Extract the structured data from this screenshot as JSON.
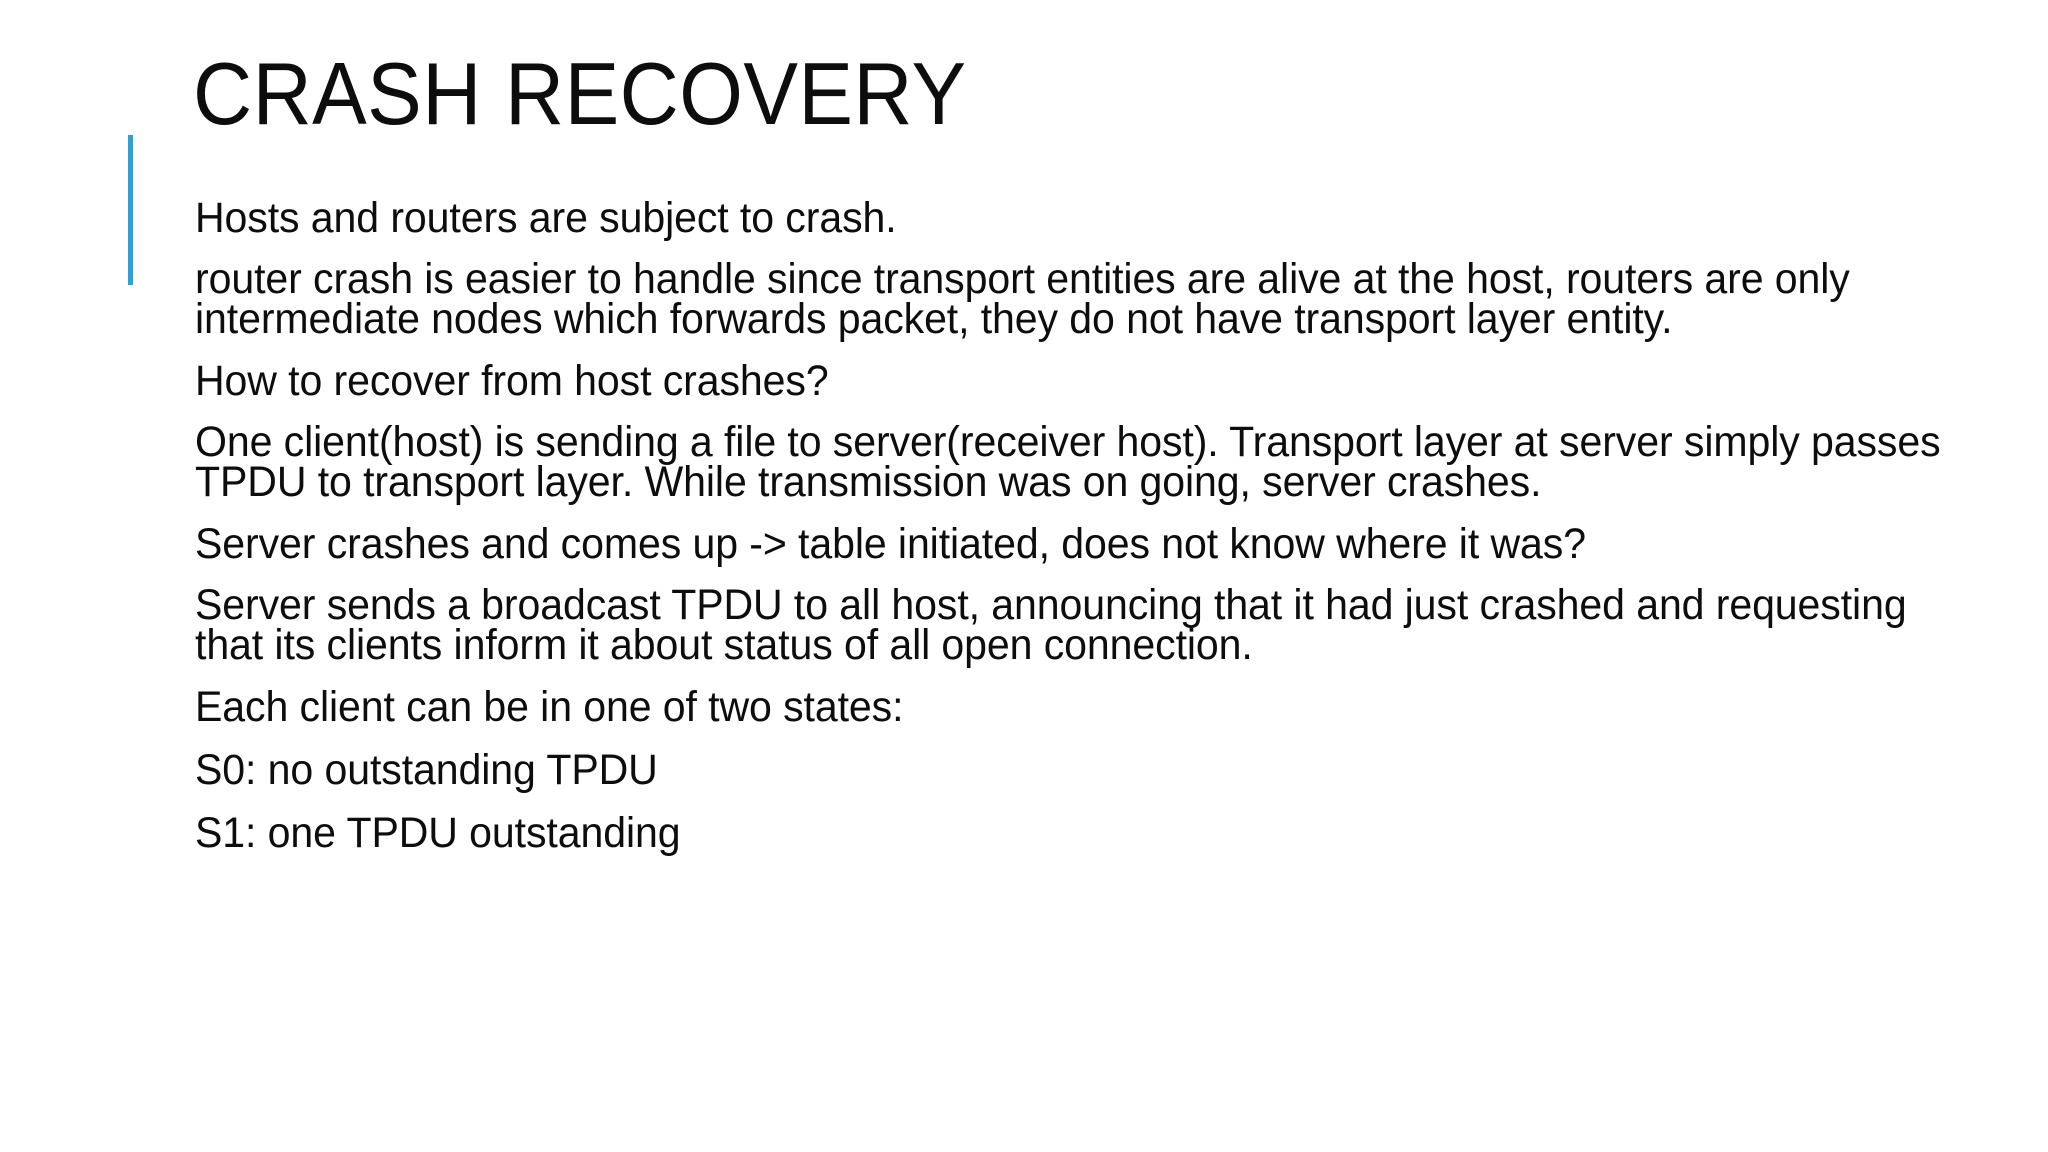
{
  "slide": {
    "title": "CRASH RECOVERY",
    "accent_color": "#29a3dc",
    "text_color": "#0d0d0d",
    "background_color": "#ffffff",
    "body_paragraphs": [
      "Hosts and routers are subject to crash.",
      "router crash is easier to handle since transport entities are alive at the host, routers are only intermediate nodes which forwards packet, they do not have transport layer entity.",
      "How to recover from host crashes?",
      "One client(host) is sending a file to server(receiver host). Transport layer at server simply passes TPDU to transport layer. While transmission was on going, server crashes.",
      "Server crashes and comes up -> table initiated, does not know where it was?",
      "Server sends a broadcast TPDU to all host, announcing that it had just crashed and requesting that its clients inform it about status of all open connection.",
      "Each client can be in one of two states:",
      "S0: no outstanding TPDU",
      "S1: one TPDU outstanding"
    ]
  }
}
